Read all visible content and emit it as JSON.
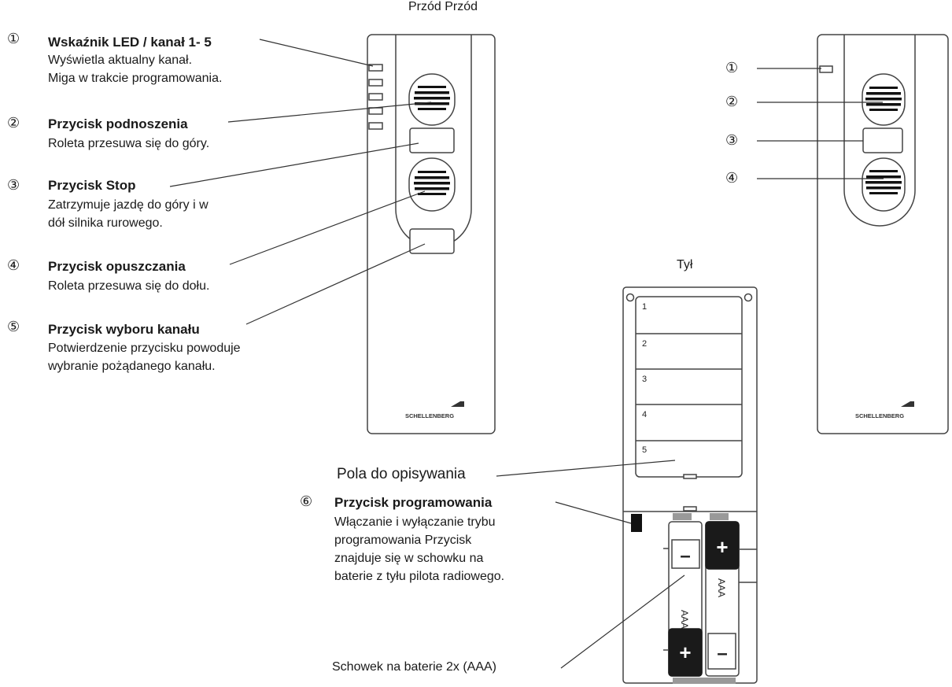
{
  "headings": {
    "front": "Przód Przód",
    "back": "Tył"
  },
  "legend": [
    {
      "num": "①",
      "title": "Wskaźnik LED / kanał 1- 5",
      "desc": [
        "Wyświetla aktualny kanał.",
        "Miga w trakcie programowania."
      ]
    },
    {
      "num": "②",
      "title": "Przycisk podnoszenia",
      "desc": [
        "Roleta przesuwa się do góry."
      ]
    },
    {
      "num": "③",
      "title": "Przycisk Stop",
      "desc": [
        "Zatrzymuje jazdę do góry i w",
        "dół silnika rurowego."
      ]
    },
    {
      "num": "④",
      "title": "Przycisk opuszczania",
      "desc": [
        "Roleta przesuwa się do dołu."
      ]
    },
    {
      "num": "⑤",
      "title": "Przycisk wyboru kanału",
      "desc": [
        "Potwierdzenie przycisku powoduje",
        "wybranie pożądanego kanału."
      ]
    }
  ],
  "right_markers": [
    "①",
    "②",
    "③",
    "④"
  ],
  "brand": "SCHELLENBERG",
  "label_fields_text": "Pola do opisywania",
  "label_fields_numbers": [
    "1",
    "2",
    "3",
    "4",
    "5"
  ],
  "prog_button": {
    "num": "⑥",
    "title": "Przycisk programowania",
    "desc": [
      "Włączanie i wyłączanie trybu",
      "programowania Przycisk",
      "znajduje się w  schowku na",
      "baterie z tyłu pilota radiowego."
    ]
  },
  "battery_text": "Schowek na baterie 2x (AAA)",
  "battery_label": "AAA",
  "plus": "+",
  "minus": "–"
}
